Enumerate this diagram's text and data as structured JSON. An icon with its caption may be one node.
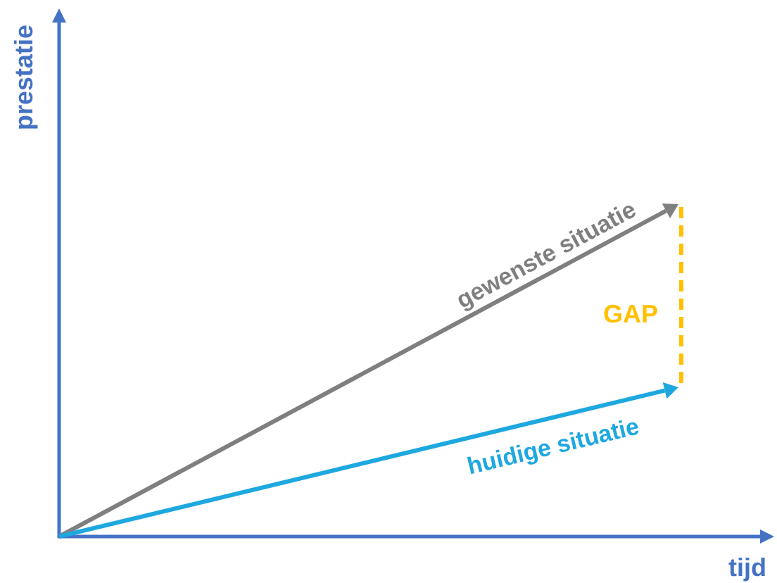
{
  "diagram": {
    "labels": [
      "prestatie",
      "gewenste situatie",
      "GAP",
      "huidige situatie",
      "tijd"
    ]
  }
}
